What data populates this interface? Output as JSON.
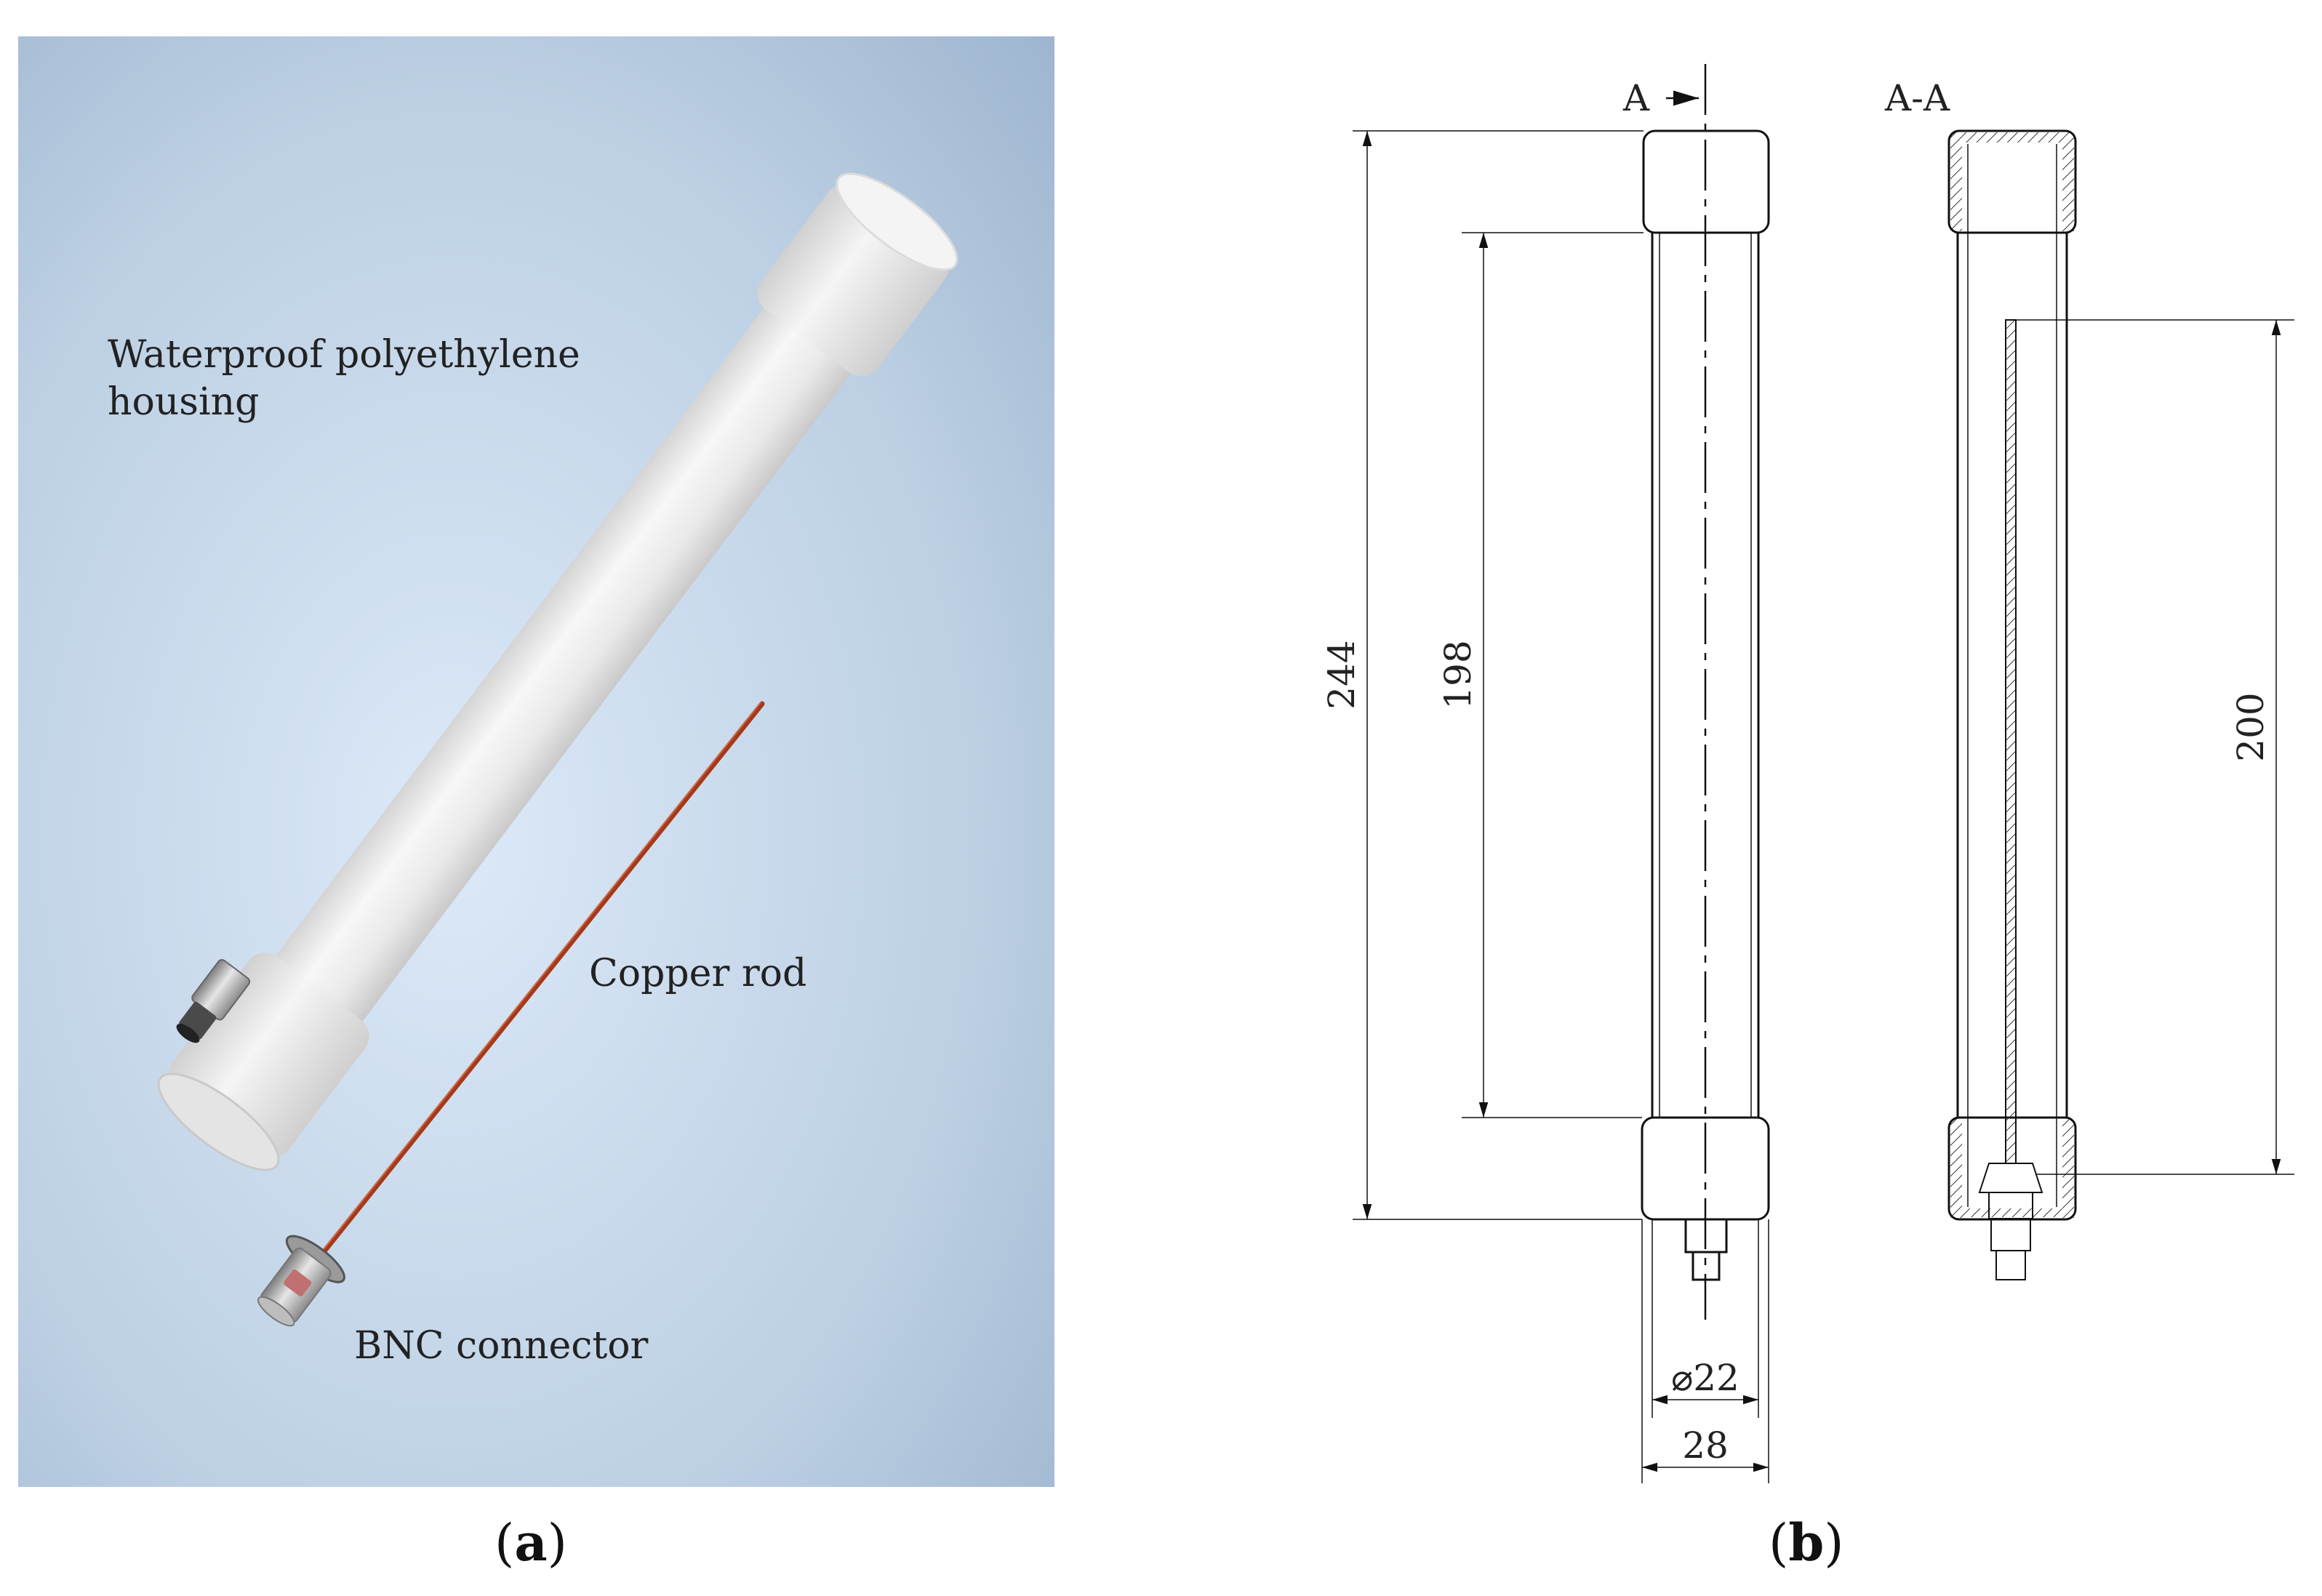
{
  "panel_a": {
    "labels": {
      "housing_line1": "Waterproof polyethylene",
      "housing_line2": "housing",
      "rod": "Copper rod",
      "connector": "BNC connector"
    },
    "colors": {
      "background_center": "#dbe8f7",
      "background_edge": "#9fb8d2",
      "rod": "#a23a1c",
      "housing": "#eeeeee"
    }
  },
  "panel_b": {
    "section_marker": "A",
    "section_title": "A-A",
    "dimensions": {
      "overall_length": "244",
      "inner_length": "198",
      "rod_length": "200",
      "inner_diameter": "⌀22",
      "outer_diameter": "28"
    }
  },
  "captions": {
    "a_letter": "a",
    "b_letter": "b"
  }
}
